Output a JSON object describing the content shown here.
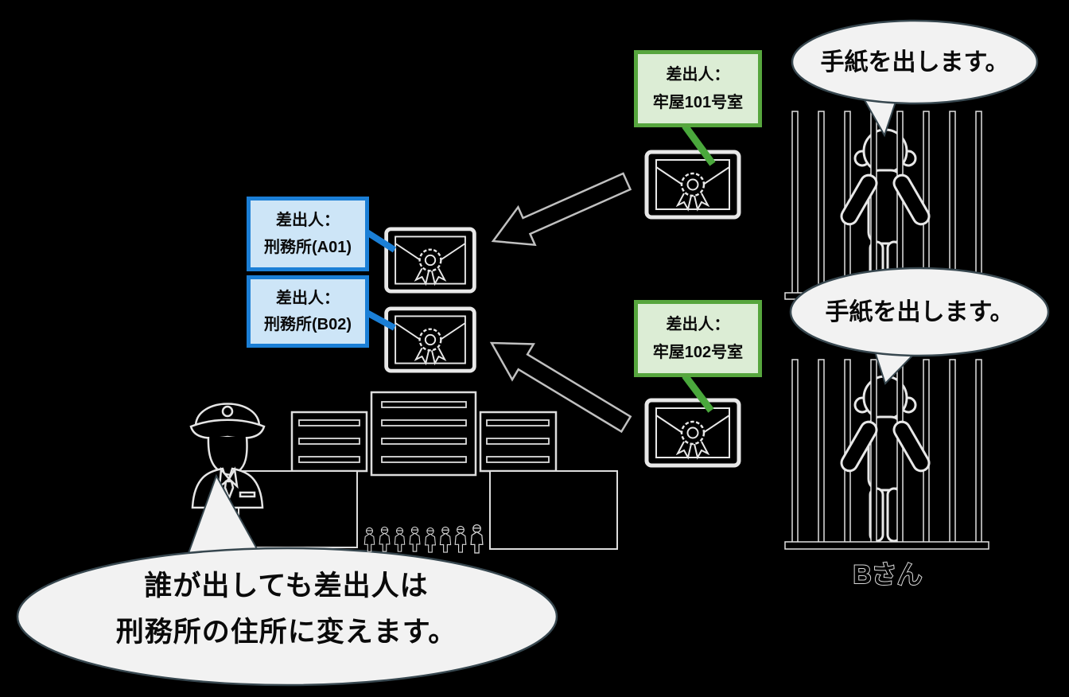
{
  "scene_description": "prison-mail-sender-address-diagram",
  "colors": {
    "background": "#000000",
    "line_art": "#e8e8e8",
    "green_accent_border": "#57a63e",
    "green_box_bg": "#dcedd5",
    "green_callout_line": "#4aa83c",
    "blue_accent_border": "#1b7fd6",
    "blue_box_bg": "#cde5f7",
    "bubble_fill": "#f2f2f2",
    "bubble_border": "#37474f"
  },
  "speech_bubbles": {
    "prisoner_a": {
      "text": "手紙を出します。"
    },
    "prisoner_b": {
      "text": "手紙を出します。"
    },
    "guard": {
      "line1": "誰が出しても差出人は",
      "line2": "刑務所の住所に変えます。"
    }
  },
  "sender_labels": {
    "cell101": {
      "title": "差出人：",
      "value": "牢屋101号室"
    },
    "cell102": {
      "title": "差出人：",
      "value": "牢屋102号室"
    },
    "prison_a01": {
      "title": "差出人：",
      "value": "刑務所(A01)"
    },
    "prison_b02": {
      "title": "差出人：",
      "value": "刑務所(B02)"
    }
  },
  "captions": {
    "prisoner_b_name": "Bさん"
  },
  "icons": {
    "envelope_seal": "sealed-letter-envelope",
    "jail_bars": "jail-cell-bars",
    "prisoner": "person-behind-bars",
    "guard": "police-guard-bust",
    "prison_building": "prison-building-with-gate-walls",
    "crowd": "row-of-small-people",
    "block_arrow": "black-block-arrow"
  }
}
